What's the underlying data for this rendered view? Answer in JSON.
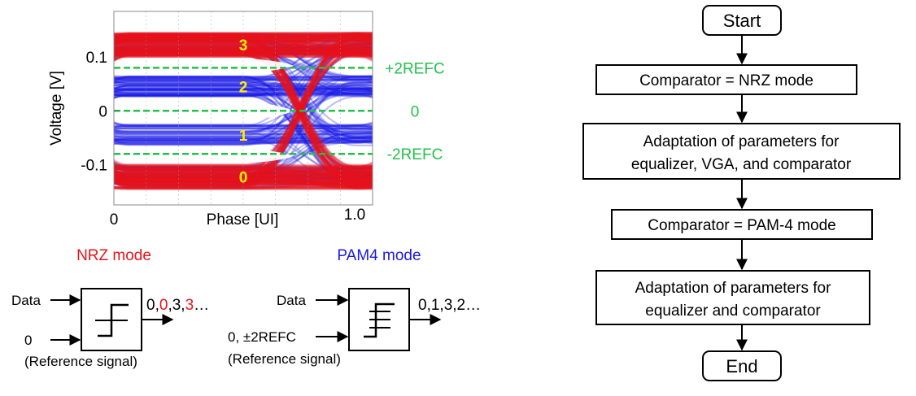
{
  "eye": {
    "ylabel": "Voltage [V]",
    "xlabel": "Phase [UI]",
    "yticks": [
      {
        "value": 0.1,
        "label": "0.1"
      },
      {
        "value": 0,
        "label": "0"
      },
      {
        "value": -0.1,
        "label": "-0.1"
      }
    ],
    "xticks": [
      {
        "value": 0,
        "label": "0"
      },
      {
        "value": 1.0,
        "label": "1.0"
      }
    ],
    "ylim": [
      -0.175,
      0.185
    ],
    "xlim": [
      0,
      1.0
    ],
    "symbols": [
      {
        "label": "3",
        "value": 0.123
      },
      {
        "label": "2",
        "value": 0.045
      },
      {
        "label": "1",
        "value": -0.045
      },
      {
        "label": "0",
        "value": -0.123
      }
    ],
    "thresholds": [
      {
        "label": "+2REFC",
        "value": 0.08
      },
      {
        "label": "0",
        "value": 0
      },
      {
        "label": "-2REFC",
        "value": -0.08
      }
    ],
    "colors": {
      "nrz": "#e8131b",
      "pam4": "#1a1ae6",
      "threshold": "#22c14a",
      "symbol": "#ffee00"
    }
  },
  "nrz": {
    "title": "NRZ mode",
    "in_data": "Data",
    "in_ref": "0",
    "ref_note": "(Reference signal)",
    "out_parts": [
      {
        "text": "0,",
        "color": "#000000"
      },
      {
        "text": "0",
        "color": "#e8131b"
      },
      {
        "text": ",3,",
        "color": "#000000"
      },
      {
        "text": "3",
        "color": "#e8131b"
      },
      {
        "text": "…",
        "color": "#000000"
      }
    ]
  },
  "pam4": {
    "title": "PAM4 mode",
    "in_data": "Data",
    "in_ref": "0, ±2REFC",
    "ref_note": "(Reference signal)",
    "output": "0,1,3,2…"
  },
  "flow": {
    "start": "Start",
    "step1": "Comparator = NRZ mode",
    "step2_l1": "Adaptation of parameters for",
    "step2_l2": "equalizer, VGA, and comparator",
    "step3": "Comparator = PAM-4 mode",
    "step4_l1": "Adaptation of parameters for",
    "step4_l2": "equalizer and comparator",
    "end": "End"
  }
}
